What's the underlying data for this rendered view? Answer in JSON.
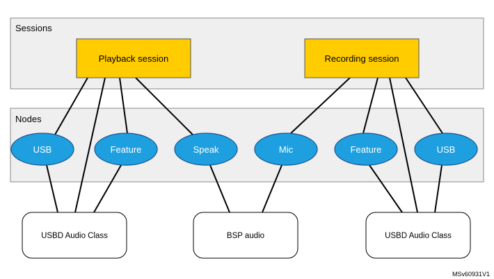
{
  "panels": {
    "sessions_label": "Sessions",
    "nodes_label": "Nodes"
  },
  "sessions": [
    {
      "id": "playback",
      "label": "Playback session"
    },
    {
      "id": "recording",
      "label": "Recording session"
    }
  ],
  "nodes": [
    {
      "id": "usb-left",
      "label": "USB"
    },
    {
      "id": "feature-left",
      "label": "Feature"
    },
    {
      "id": "speak",
      "label": "Speak"
    },
    {
      "id": "mic",
      "label": "Mic"
    },
    {
      "id": "feature-right",
      "label": "Feature"
    },
    {
      "id": "usb-right",
      "label": "USB"
    }
  ],
  "classes": [
    {
      "id": "usbd-left",
      "label": "USBD Audio Class"
    },
    {
      "id": "bsp",
      "label": "BSP audio"
    },
    {
      "id": "usbd-right",
      "label": "USBD Audio Class"
    }
  ],
  "links": [
    [
      "playback",
      "usb-left"
    ],
    [
      "playback",
      "usbd-left"
    ],
    [
      "playback",
      "feature-left"
    ],
    [
      "playback",
      "speak"
    ],
    [
      "usb-left",
      "usbd-left"
    ],
    [
      "feature-left",
      "usbd-left"
    ],
    [
      "speak",
      "bsp"
    ],
    [
      "mic",
      "bsp"
    ],
    [
      "recording",
      "mic"
    ],
    [
      "recording",
      "feature-right"
    ],
    [
      "recording",
      "usb-right"
    ],
    [
      "recording",
      "usbd-right"
    ],
    [
      "feature-right",
      "usbd-right"
    ],
    [
      "usb-right",
      "usbd-right"
    ]
  ],
  "reference": "MSv60931V1"
}
